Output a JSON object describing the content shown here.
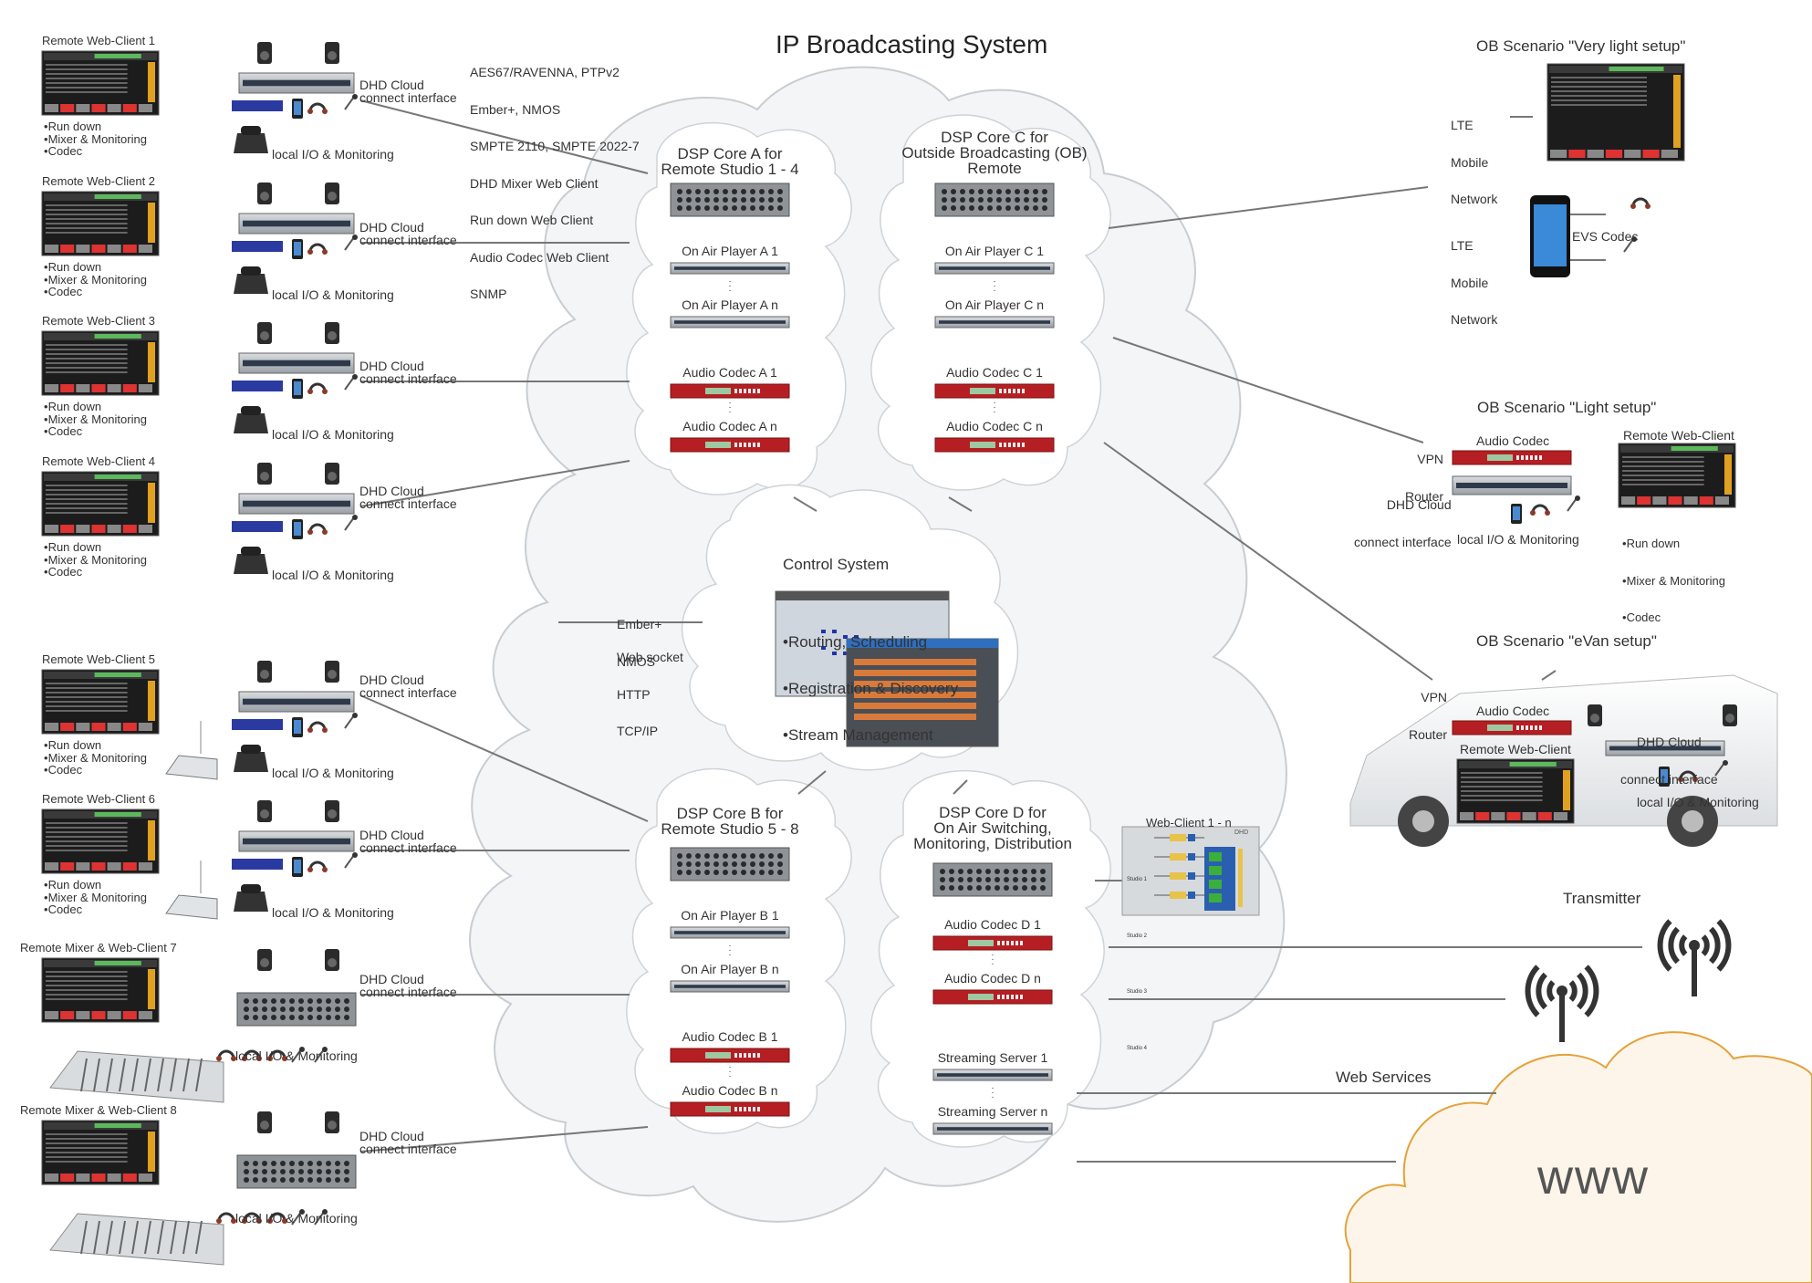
{
  "title": "IP Broadcasting System",
  "protocols": [
    "AES67/RAVENNA, PTPv2",
    "Ember+, NMOS",
    "SMPTE 2110, SMPTE 2022-7",
    "DHD Mixer Web Client",
    "Run down Web Client",
    "Audio Codec Web Client",
    "SNMP"
  ],
  "remote_clients": [
    {
      "title": "Remote Web-Client 1",
      "bullets": [
        "Run down",
        "Mixer & Monitoring",
        "Codec"
      ],
      "iface": [
        "DHD Cloud",
        "connect interface"
      ],
      "local_io": "local I/O & Monitoring"
    },
    {
      "title": "Remote Web-Client 2",
      "bullets": [
        "Run down",
        "Mixer & Monitoring",
        "Codec"
      ],
      "iface": [
        "DHD Cloud",
        "connect interface"
      ],
      "local_io": "local I/O & Monitoring"
    },
    {
      "title": "Remote Web-Client 3",
      "bullets": [
        "Run down",
        "Mixer & Monitoring",
        "Codec"
      ],
      "iface": [
        "DHD Cloud",
        "connect interface"
      ],
      "local_io": "local I/O & Monitoring"
    },
    {
      "title": "Remote Web-Client 4",
      "bullets": [
        "Run down",
        "Mixer & Monitoring",
        "Codec"
      ],
      "iface": [
        "DHD Cloud",
        "connect interface"
      ],
      "local_io": "local I/O & Monitoring"
    },
    {
      "title": "Remote Web-Client 5",
      "bullets": [
        "Run down",
        "Mixer & Monitoring",
        "Codec"
      ],
      "iface": [
        "DHD Cloud",
        "connect interface"
      ],
      "local_io": "local I/O & Monitoring"
    },
    {
      "title": "Remote Web-Client 6",
      "bullets": [
        "Run down",
        "Mixer & Monitoring",
        "Codec"
      ],
      "iface": [
        "DHD Cloud",
        "connect interface"
      ],
      "local_io": "local I/O & Monitoring"
    },
    {
      "title": "Remote Mixer & Web-Client 7",
      "bullets": [],
      "iface": [
        "DHD Cloud",
        "connect interface"
      ],
      "local_io": "local I/O & Monitoring"
    },
    {
      "title": "Remote Mixer & Web-Client 8",
      "bullets": [],
      "iface": [
        "DHD Cloud",
        "connect interface"
      ],
      "local_io": "local I/O & Monitoring"
    }
  ],
  "cores": {
    "a": {
      "title": [
        "DSP Core A for",
        "Remote Studio 1 - 4"
      ],
      "devices": [
        "On Air Player A 1",
        "On Air Player A n",
        "Audio Codec A 1",
        "Audio Codec A n"
      ]
    },
    "c": {
      "title": [
        "DSP Core C for",
        "Outside Broadcasting (OB)",
        "Remote"
      ],
      "devices": [
        "On Air Player C 1",
        "On Air Player C n",
        "Audio Codec C 1",
        "Audio Codec C n"
      ]
    },
    "b": {
      "title": [
        "DSP Core B for",
        "Remote Studio 5 - 8"
      ],
      "devices": [
        "On Air Player B 1",
        "On Air Player B n",
        "Audio Codec B 1",
        "Audio Codec B n"
      ]
    },
    "d": {
      "title": [
        "DSP Core D for",
        "On Air Switching,",
        "Monitoring, Distribution"
      ],
      "devices": [
        "Audio Codec D 1",
        "Audio Codec D n",
        "Streaming Server 1",
        "Streaming Server n"
      ]
    }
  },
  "control": {
    "title": "Control System",
    "bullets": [
      "Routing, Scheduling",
      "Registration & Discovery",
      "Stream Management"
    ]
  },
  "ctl_protocols": {
    "a": [
      "Ember+",
      "NMOS"
    ],
    "b": [
      "Web socket",
      "HTTP",
      "TCP/IP"
    ]
  },
  "ob_very_light": {
    "title": "OB Scenario \"Very light setup\"",
    "lte1": [
      "LTE",
      "Mobile",
      "Network"
    ],
    "lte2": [
      "LTE",
      "Mobile",
      "Network"
    ],
    "evs": "EVS Codec"
  },
  "ob_light": {
    "title": "OB Scenario \"Light setup\"",
    "vpn": [
      "VPN",
      "Router"
    ],
    "codec": "Audio Codec",
    "iface": [
      "DHD Cloud",
      "connect interface"
    ],
    "local_io": "local I/O & Monitoring",
    "client": "Remote Web-Client",
    "bullets": [
      "Run down",
      "Mixer & Monitoring",
      "Codec"
    ]
  },
  "ob_evan": {
    "title": "OB Scenario \"eVan setup\"",
    "vpn": [
      "VPN",
      "Router"
    ],
    "codec": "Audio Codec",
    "iface": [
      "DHD Cloud",
      "connect interface"
    ],
    "client": "Remote Web-Client",
    "local_io": "local I/O & Monitoring"
  },
  "webclient": {
    "title": "Web-Client 1 - n",
    "brand": "DHD",
    "studios": [
      "Studio 1",
      "Studio 2",
      "Studio 3",
      "Studio 4"
    ]
  },
  "transmitter": "Transmitter",
  "web_services": "Web Services",
  "www": "www",
  "colors": {
    "cloud_fill": "#f3f5f7",
    "cloud_stroke": "#c8cdd2",
    "codec_red": "#b51f24",
    "www_fill": "#fdf5ea",
    "www_stroke": "#e3a23a",
    "line": "#777777",
    "green_meter": "#3cae3c"
  }
}
